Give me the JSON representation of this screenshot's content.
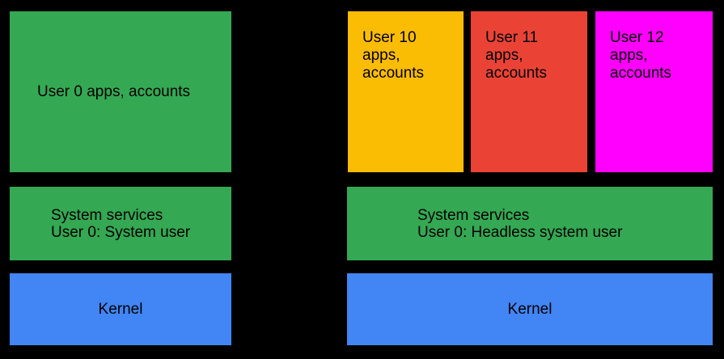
{
  "canvas": {
    "background": "#000000",
    "text_color": "#000000"
  },
  "palette": {
    "green": "#34A853",
    "blue": "#4285F4",
    "yellow": "#FBBC04",
    "red": "#EA4335",
    "magenta": "#FF00FF"
  },
  "left_device": {
    "user0_apps": {
      "label": "User 0 apps, accounts",
      "color": "#34A853"
    },
    "system_services": {
      "line1": "System services",
      "line2": "User 0: System user",
      "color": "#34A853"
    },
    "kernel": {
      "label": "Kernel",
      "color": "#4285F4"
    }
  },
  "right_device": {
    "user10_apps": {
      "line1": "User 10",
      "line2": "apps,",
      "line3": "accounts",
      "color": "#FBBC04"
    },
    "user11_apps": {
      "line1": "User 11",
      "line2": "apps,",
      "line3": "accounts",
      "color": "#EA4335"
    },
    "user12_apps": {
      "line1": "User 12",
      "line2": "apps,",
      "line3": "accounts",
      "color": "#FF00FF"
    },
    "system_services": {
      "line1": "System services",
      "line2": "User 0: Headless system user",
      "color": "#34A853"
    },
    "kernel": {
      "label": "Kernel",
      "color": "#4285F4"
    }
  }
}
